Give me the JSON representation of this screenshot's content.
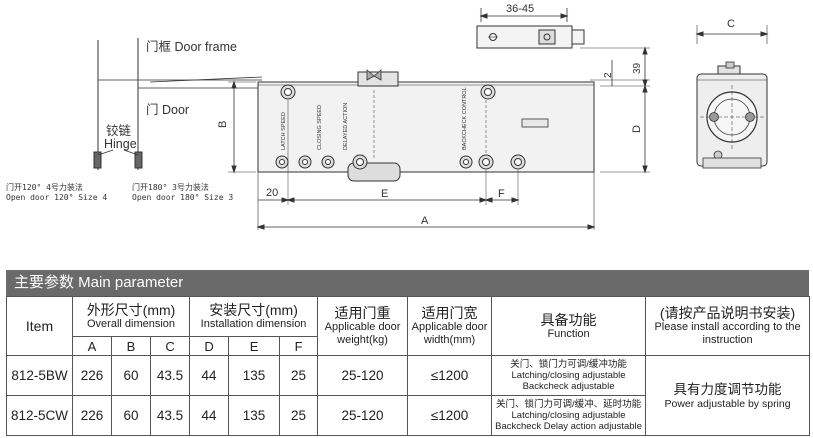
{
  "diagram": {
    "door_frame_label": "门框 Door frame",
    "door_label": "门 Door",
    "hinge_cn": "铰链",
    "hinge_en": "Hinge",
    "size4_cn": "门开120° 4号力装法",
    "size4_en": "Open door 120° Size 4",
    "size3_cn": "门开180° 3号力装法",
    "size3_en": "Open door 180° Size 3",
    "dim_36_45": "36-45",
    "dim_C": "C",
    "dim_2": "2",
    "dim_39": "39",
    "dim_B": "B",
    "dim_D": "D",
    "dim_20": "20",
    "dim_E": "E",
    "dim_F": "F",
    "dim_A": "A",
    "valve_latch": "LATCH SPEED",
    "valve_closing": "CLOSING SPEED",
    "valve_delay": "DELAYED ACTION",
    "valve_backcheck": "BACKCHECK CONTROL"
  },
  "table": {
    "title": "主要参数 Main parameter",
    "headers": {
      "item": "Item",
      "overall_cn": "外形尺寸(mm)",
      "overall_en": "Overall dimension",
      "install_cn": "安装尺寸(mm)",
      "install_en": "Installation dimension",
      "weight_cn": "适用门重",
      "weight_en": "Applicable door weight(kg)",
      "width_cn": "适用门宽",
      "width_en": "Applicable door width(mm)",
      "function_cn": "具备功能",
      "function_en": "Function",
      "note_cn": "(请按产品说明书安装)",
      "note_en": "Please install according to the instruction"
    },
    "sub_headers": [
      "A",
      "B",
      "C",
      "D",
      "E",
      "F"
    ],
    "rows": [
      {
        "item": "812-5BW",
        "A": "226",
        "B": "60",
        "C": "43.5",
        "D": "44",
        "E": "135",
        "F": "25",
        "weight": "25-120",
        "width": "≤1200",
        "function_cn": "关门、锁门力可调/缓冲功能",
        "function_en1": "Latching/closing adjustable",
        "function_en2": "Backcheck adjustable"
      },
      {
        "item": "812-5CW",
        "A": "226",
        "B": "60",
        "C": "43.5",
        "D": "44",
        "E": "135",
        "F": "25",
        "weight": "25-120",
        "width": "≤1200",
        "function_cn": "关门、锁门力可调/缓冲、延时功能",
        "function_en1": "Latching/closing adjustable",
        "function_en2": "Backcheck  Delay action adjustable"
      }
    ],
    "merged_note_cn": "具有力度调节功能",
    "merged_note_en": "Power adjustable by spring"
  }
}
